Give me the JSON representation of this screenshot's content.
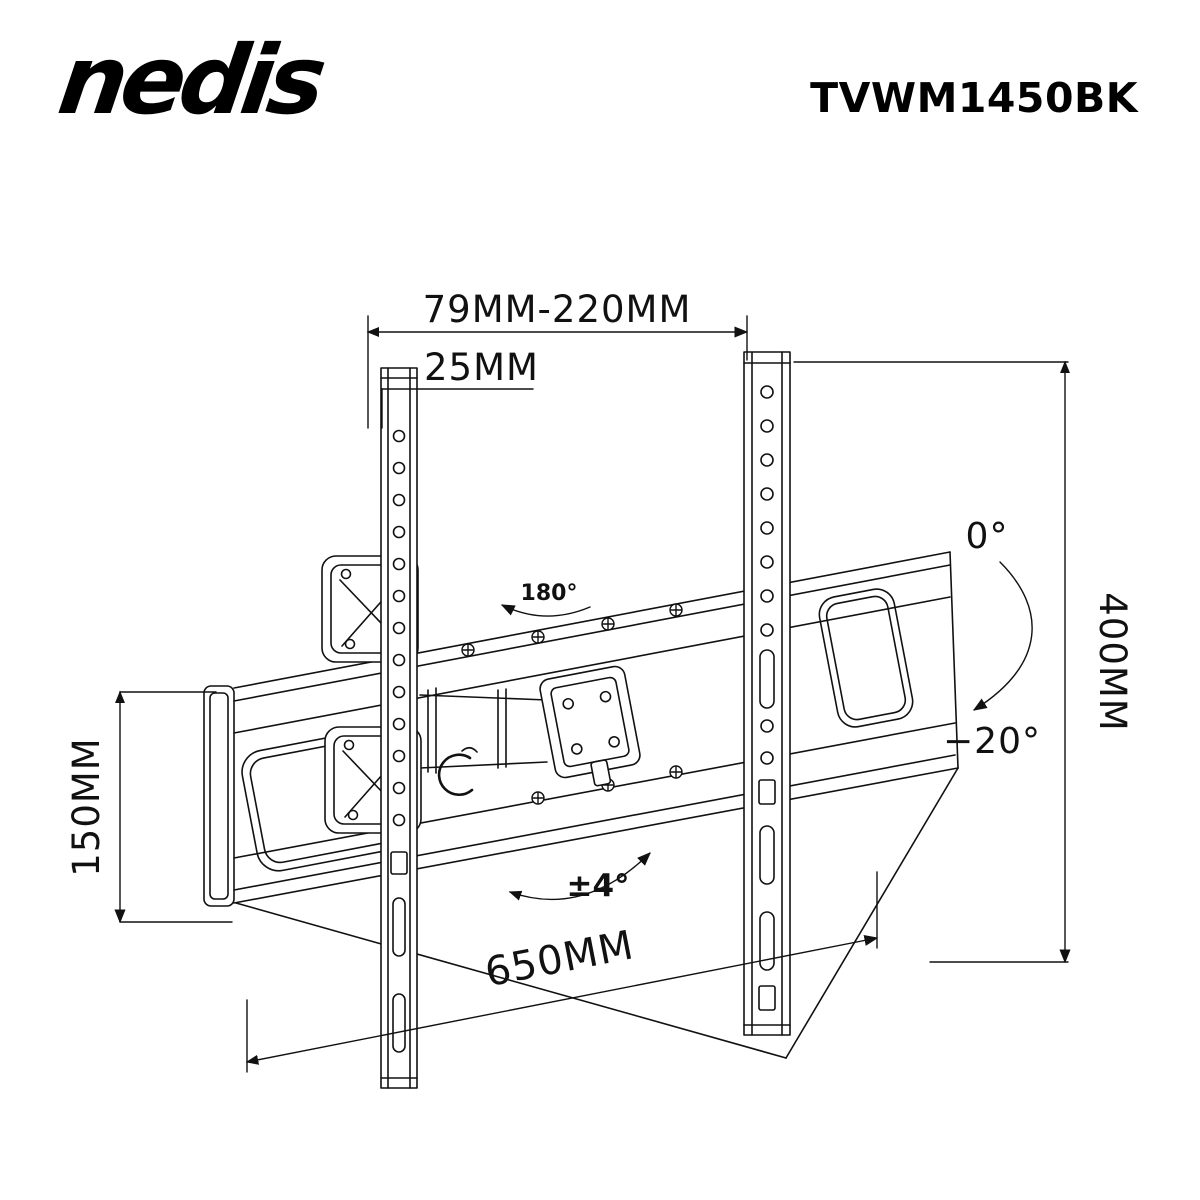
{
  "header": {
    "brand": "nedis",
    "model": "TVWM1450BK"
  },
  "annotations": {
    "arm_depth": "79MM-220MM",
    "wall_offset": "25MM",
    "vesa_height": "150MM",
    "bracket_width": "650MM",
    "rail_height": "400MM",
    "tilt_max": "0°",
    "tilt_min": "−20°",
    "swivel_range": "180°",
    "level_range": "±4°"
  },
  "colors": {
    "ink": "#111111",
    "background": "#ffffff"
  }
}
